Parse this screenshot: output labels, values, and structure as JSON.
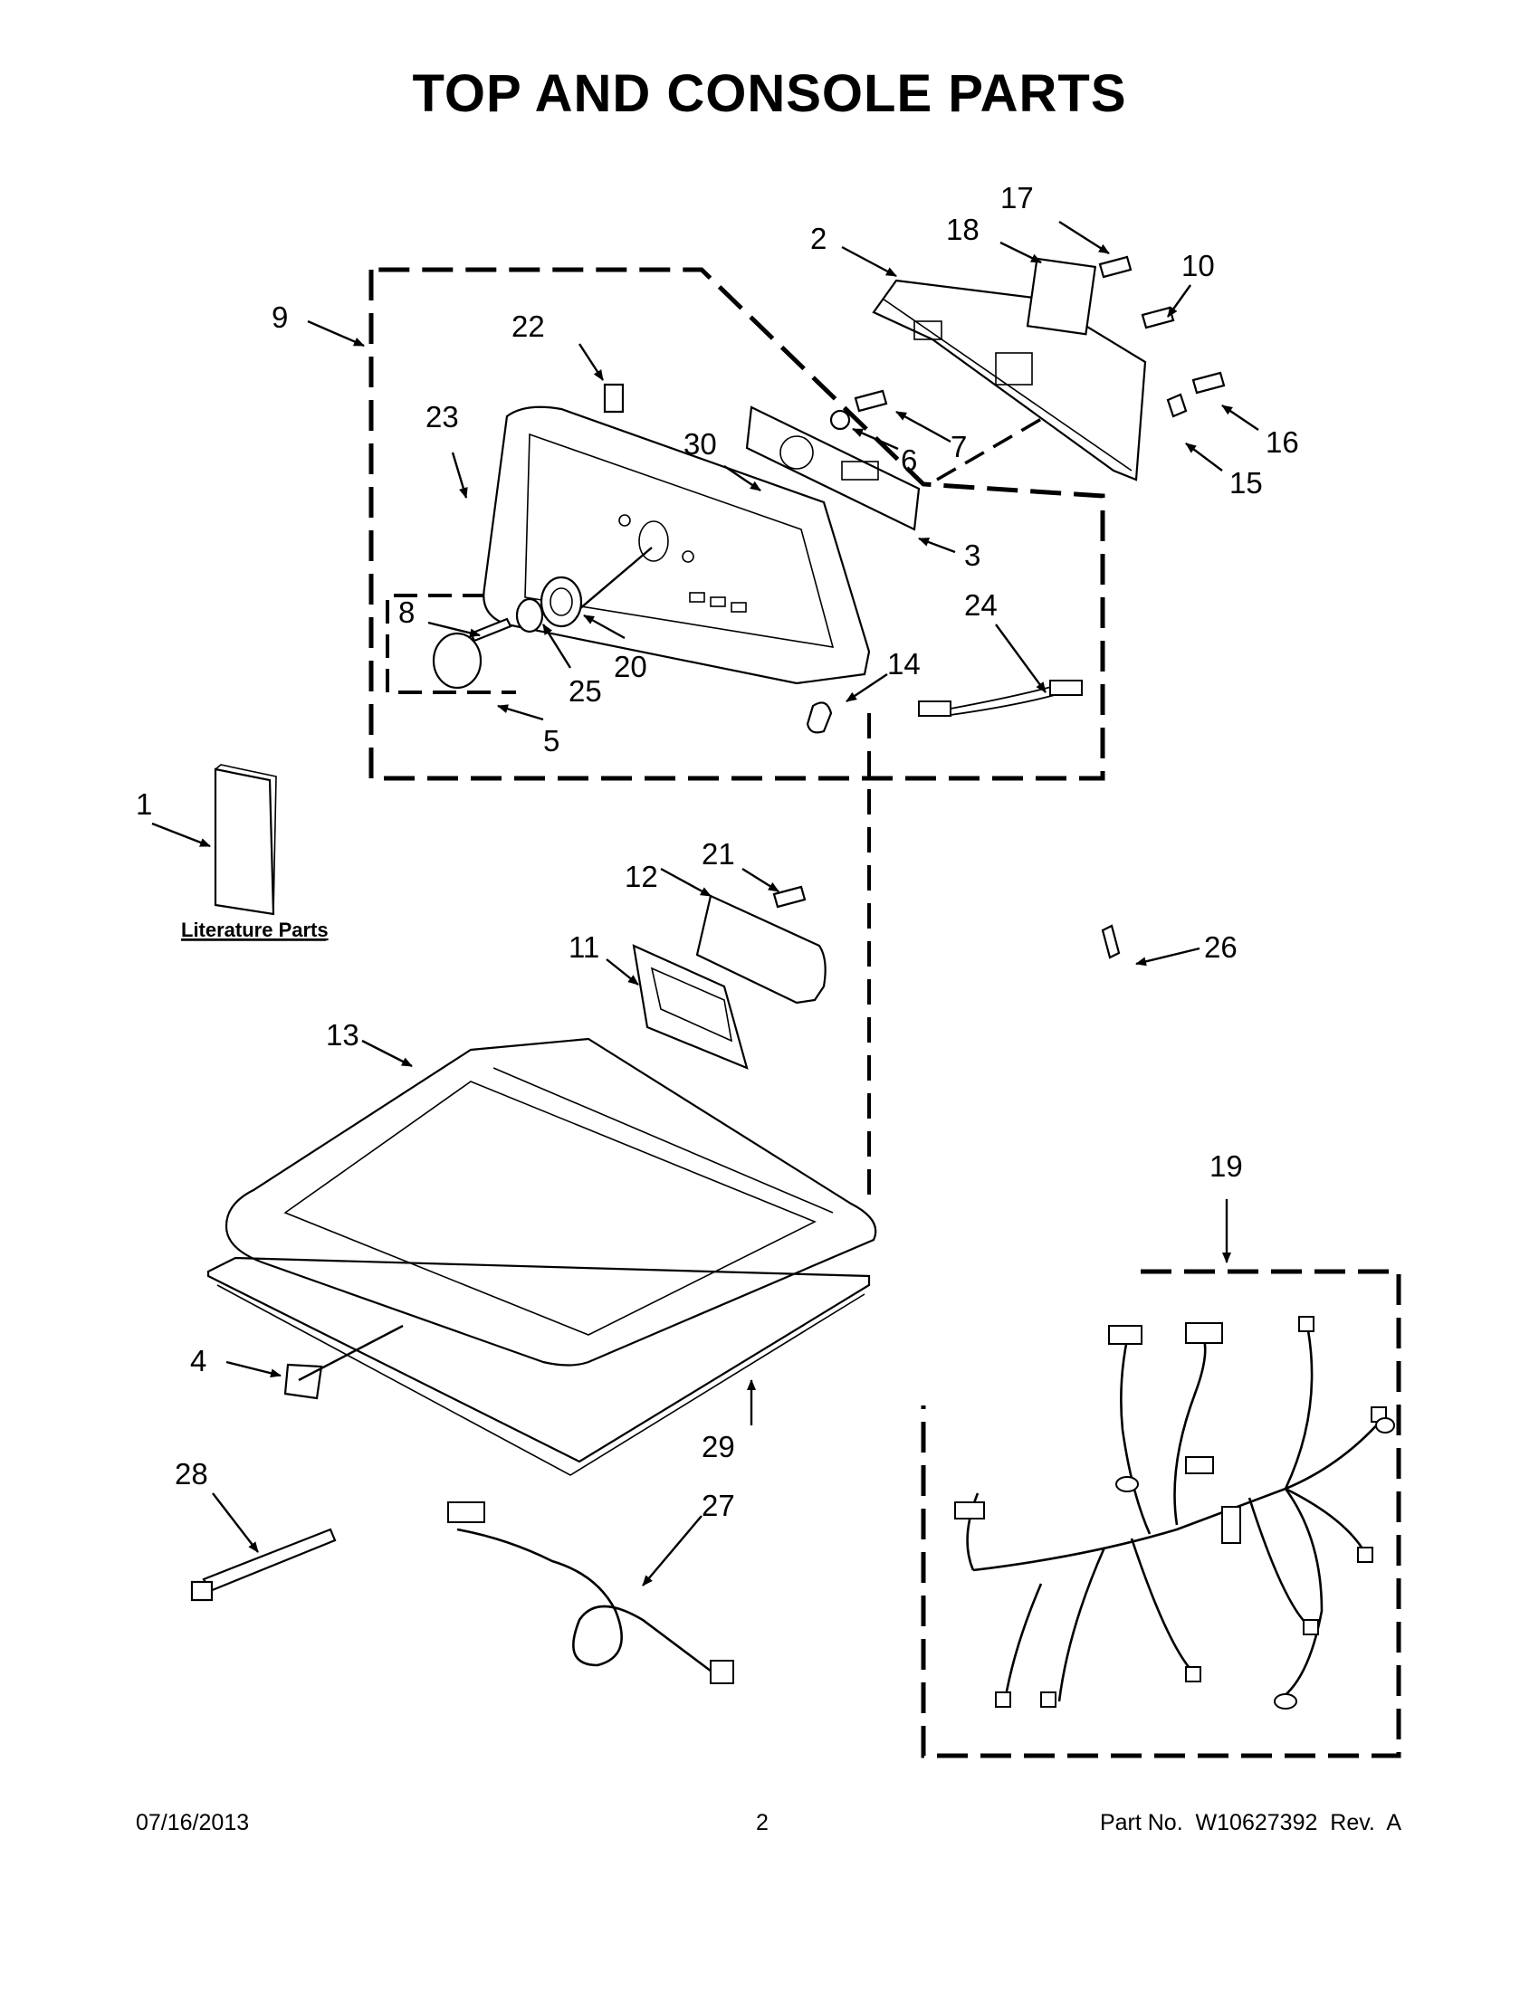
{
  "title": "TOP AND CONSOLE PARTS",
  "literature_label": "Literature Parts",
  "callouts": {
    "c1": "1",
    "c2": "2",
    "c3": "3",
    "c4": "4",
    "c5": "5",
    "c6": "6",
    "c7": "7",
    "c8": "8",
    "c9": "9",
    "c10": "10",
    "c11": "11",
    "c12": "12",
    "c13": "13",
    "c14": "14",
    "c15": "15",
    "c16": "16",
    "c17": "17",
    "c18": "18",
    "c19": "19",
    "c20": "20",
    "c21": "21",
    "c22": "22",
    "c23": "23",
    "c24": "24",
    "c25": "25",
    "c26": "26",
    "c27": "27",
    "c28": "28",
    "c29": "29",
    "c30": "30"
  },
  "footer": {
    "date": "07/16/2013",
    "page": "2",
    "part_number": "Part No.  W10627392  Rev.  A"
  }
}
